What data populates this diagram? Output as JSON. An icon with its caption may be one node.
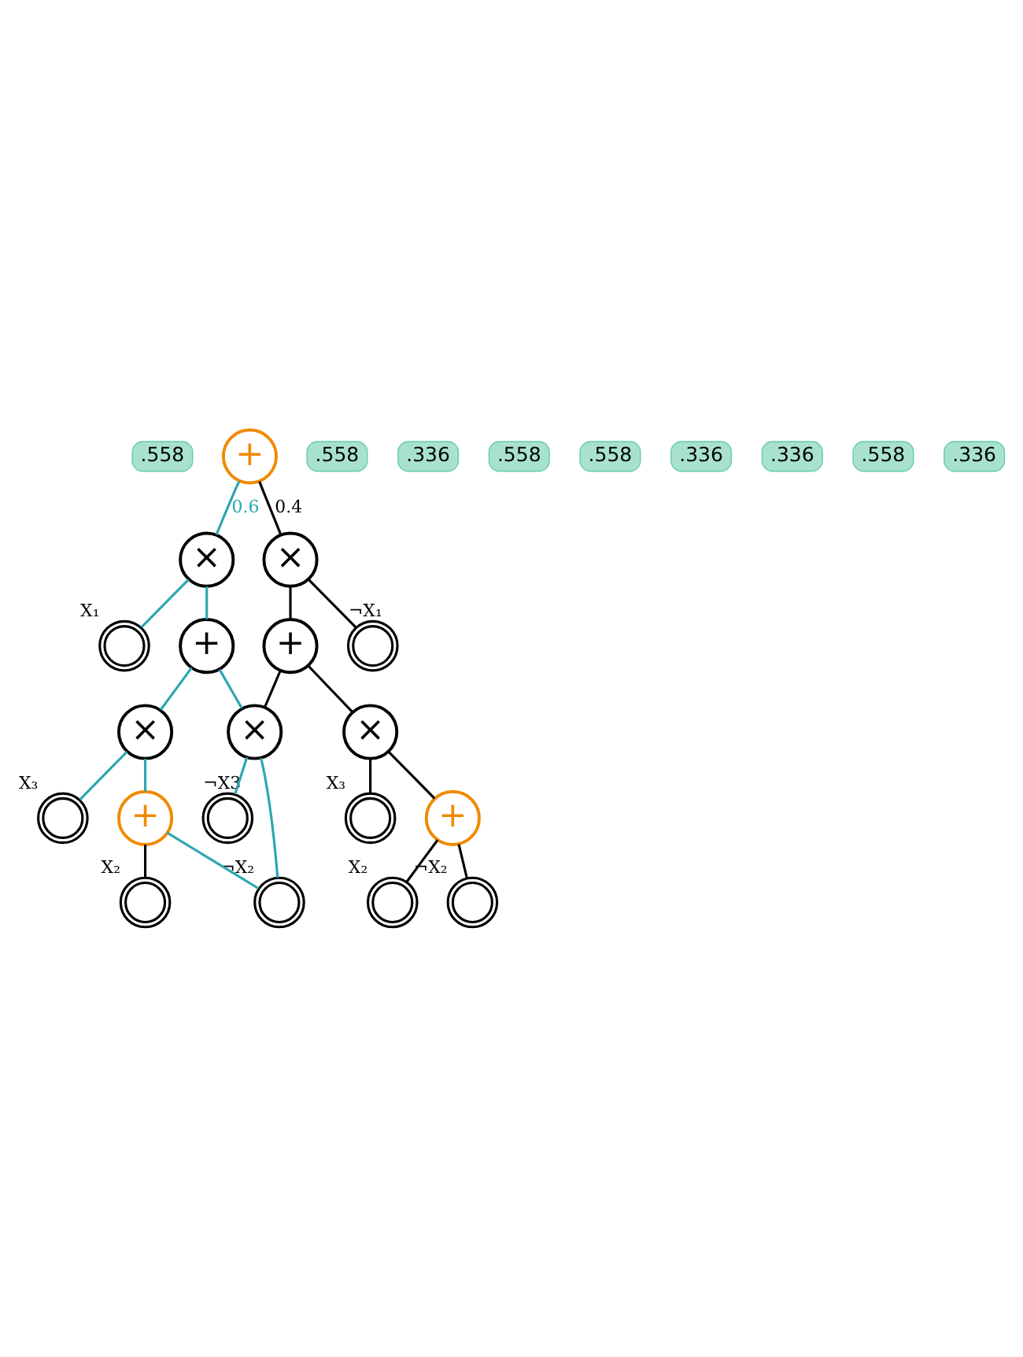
{
  "diagram": {
    "nodes": [
      {
        "text": [
          ".558"
        ]
      },
      {
        "text": [
          "+"
        ]
      },
      {
        "text": [
          ".558"
        ]
      },
      {
        "text": [
          ".336"
        ]
      },
      {
        "text": [
          "×"
        ]
      },
      {
        "text": [
          "×"
        ]
      },
      {
        "text": [],
        "shape": "circle",
        "beside": [
          "X₁"
        ]
      },
      {
        "text": [
          "+"
        ]
      },
      {
        "text": [
          "+"
        ]
      },
      {
        "text": [],
        "shape": "circle",
        "beside": [
          "¬X₁"
        ]
      },
      {
        "text": [
          ".558"
        ]
      },
      {
        "text": [
          ".558"
        ]
      },
      {
        "text": [
          ".336"
        ]
      },
      {
        "text": [
          ".336"
        ]
      },
      {
        "text": [
          "×"
        ]
      },
      {
        "text": [
          "×"
        ]
      },
      {
        "text": [
          "×"
        ]
      },
      {
        "text": [],
        "shape": "circle",
        "beside": [
          "X₃"
        ]
      },
      {
        "text": [],
        "shape": "circle",
        "beside": [
          "¬X3"
        ]
      },
      {
        "text": [],
        "shape": "circle",
        "beside": [
          "X₃"
        ]
      },
      {
        "text": [
          "+"
        ]
      },
      {
        "text": [
          "+"
        ]
      },
      {
        "text": [
          ".558"
        ]
      },
      {
        "text": [
          ".336"
        ]
      },
      {
        "text": [],
        "shape": "circle",
        "beside": [
          "X₂"
        ]
      },
      {
        "text": [],
        "shape": "circle",
        "beside": [
          "¬X₂"
        ]
      },
      {
        "text": [],
        "shape": "circle",
        "beside": [
          "X₂"
        ]
      },
      {
        "text": [],
        "shape": "circle",
        "beside": [
          "¬X₂"
        ]
      }
    ],
    "edges": [
      {
        "from": 1,
        "to": 4,
        "arrow": "none",
        "label": "0.6",
        "color": "#2ba6b0"
      },
      {
        "from": 1,
        "to": 5,
        "arrow": "none",
        "label": "0.4",
        "color": "#000000"
      },
      {
        "from": 4,
        "to": 6,
        "arrow": "none",
        "color": "#2ba6b0"
      },
      {
        "from": 4,
        "to": 7,
        "arrow": "none",
        "color": "#2ba6b0"
      },
      {
        "from": 5,
        "to": 8,
        "arrow": "none",
        "color": "#000000"
      },
      {
        "from": 5,
        "to": 9,
        "arrow": "none",
        "color": "#000000"
      },
      {
        "from": 7,
        "to": 14,
        "arrow": "none",
        "color": "#2ba6b0"
      },
      {
        "from": 7,
        "to": 15,
        "arrow": "none",
        "color": "#2ba6b0"
      },
      {
        "from": 8,
        "to": 15,
        "arrow": "none",
        "color": "#000000"
      },
      {
        "from": 8,
        "to": 16,
        "arrow": "none",
        "color": "#000000"
      },
      {
        "from": 14,
        "to": 17,
        "arrow": "none",
        "color": "#2ba6b0"
      },
      {
        "from": 14,
        "to": 20,
        "arrow": "none",
        "color": "#2ba6b0"
      },
      {
        "from": 15,
        "to": 18,
        "arrow": "none",
        "color": "#2ba6b0"
      },
      {
        "from": 15,
        "to": 25,
        "arrow": "none",
        "color": "#2ba6b0"
      },
      {
        "from": 16,
        "to": 21,
        "arrow": "none",
        "color": "#000000"
      },
      {
        "from": 16,
        "to": 19,
        "arrow": "none",
        "color": "#000000"
      },
      {
        "from": 20,
        "to": 24,
        "arrow": "none",
        "color": "#000000"
      },
      {
        "from": 20,
        "to": 25,
        "arrow": "none",
        "color": "#2ba6b0"
      },
      {
        "from": 21,
        "to": 26,
        "arrow": "none",
        "color": "#000000"
      },
      {
        "from": 21,
        "to": 27,
        "arrow": "none",
        "color": "#000000"
      }
    ]
  }
}
